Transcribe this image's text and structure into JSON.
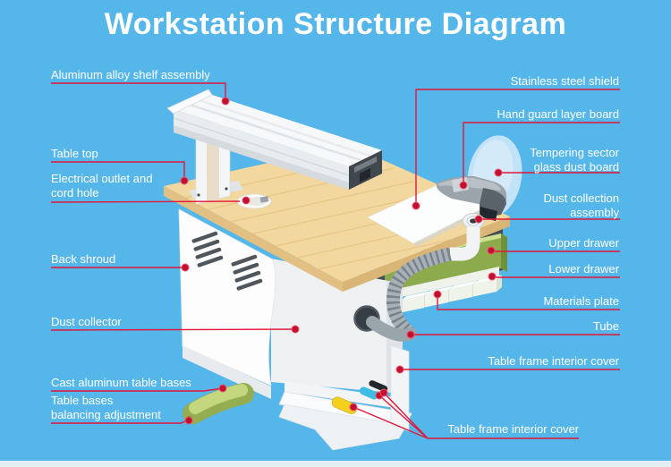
{
  "title": "Workstation Structure Diagram",
  "colors": {
    "background": "#55b6ea",
    "leader_line": "#e2173a",
    "leader_dot": "#c11031",
    "label_text": "#ffffff",
    "wood_top": "#f2d79e",
    "machine_white": "#f4f6f7",
    "drawer_green": "#8cab4c",
    "foot_green": "#b6cd6d",
    "glass_blue": "#cde7f8",
    "hose_gray": "#a8b1b8"
  },
  "labels": {
    "left": [
      {
        "id": "shelf-assembly",
        "text": "Aluminum alloy shelf assembly"
      },
      {
        "id": "table-top",
        "text": "Table top"
      },
      {
        "id": "electrical-outlet",
        "text": "Electrical outlet and cord hole"
      },
      {
        "id": "back-shroud",
        "text": "Back shroud"
      },
      {
        "id": "dust-collector",
        "text": "Dust collector"
      },
      {
        "id": "cast-aluminum-bases",
        "text": "Cast aluminum table bases"
      },
      {
        "id": "bases-balancing",
        "text": "Table bases balancing adjustment"
      }
    ],
    "right": [
      {
        "id": "stainless-shield",
        "text": "Stainless steel shield"
      },
      {
        "id": "hand-guard",
        "text": "Hand guard layer board"
      },
      {
        "id": "tempering-glass",
        "text": "Tempering sector glass dust board"
      },
      {
        "id": "dust-collection-assembly",
        "text": "Dust collection assembly"
      },
      {
        "id": "upper-drawer",
        "text": "Upper drawer"
      },
      {
        "id": "lower-drawer",
        "text": "Lower drawer"
      },
      {
        "id": "materials-plate",
        "text": "Materials plate"
      },
      {
        "id": "tube",
        "text": "Tube"
      },
      {
        "id": "frame-interior-cover-1",
        "text": "Table frame interior cover"
      },
      {
        "id": "frame-interior-cover-2",
        "text": "Table frame interior cover"
      }
    ]
  }
}
